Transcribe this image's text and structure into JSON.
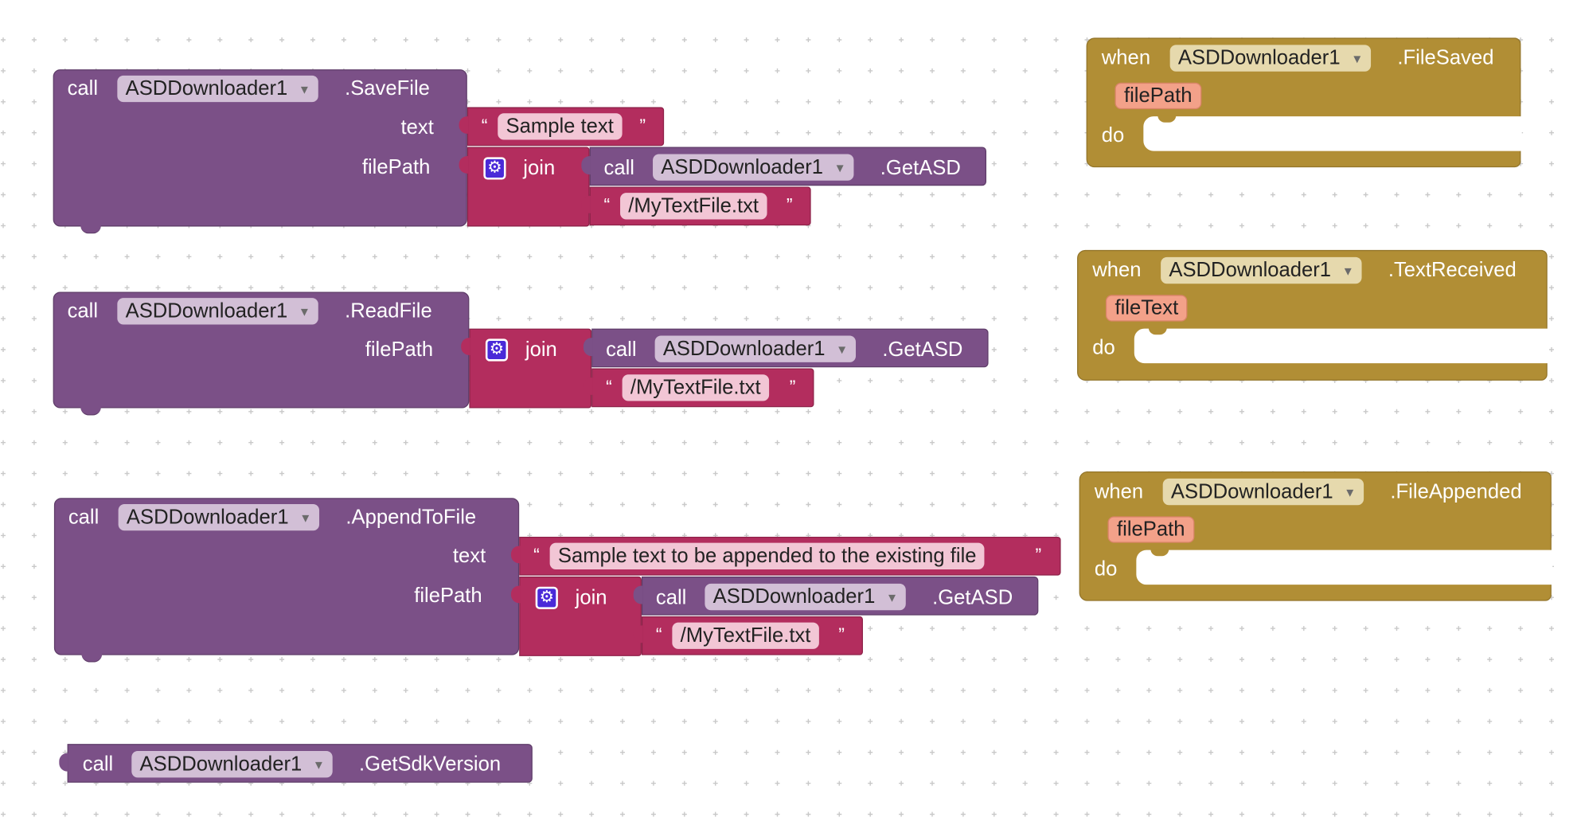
{
  "colors": {
    "procedure": "#7b5087",
    "text_value": "#b32d5e",
    "event": "#b18e35",
    "string_field": "#f2c6d5",
    "param": "#f3a189",
    "mutator": "#4a2ad8"
  },
  "blocks": {
    "savefile": {
      "call": "call",
      "component": "ASDDownloader1",
      "method": ".SaveFile",
      "text_socket": "text",
      "filepath_socket": "filePath",
      "text_value": "Sample text",
      "join": "join",
      "inner_call": "call",
      "inner_component": "ASDDownloader1",
      "inner_method": ".GetASD",
      "path_value": "/MyTextFile.txt"
    },
    "readfile": {
      "call": "call",
      "component": "ASDDownloader1",
      "method": ".ReadFile",
      "filepath_socket": "filePath",
      "join": "join",
      "inner_call": "call",
      "inner_component": "ASDDownloader1",
      "inner_method": ".GetASD",
      "path_value": "/MyTextFile.txt"
    },
    "appendtofile": {
      "call": "call",
      "component": "ASDDownloader1",
      "method": ".AppendToFile",
      "text_socket": "text",
      "filepath_socket": "filePath",
      "text_value": "Sample text to be appended to the existing file",
      "join": "join",
      "inner_call": "call",
      "inner_component": "ASDDownloader1",
      "inner_method": ".GetASD",
      "path_value": "/MyTextFile.txt"
    },
    "getsdkversion": {
      "call": "call",
      "component": "ASDDownloader1",
      "method": ".GetSdkVersion"
    },
    "filesaved": {
      "when": "when",
      "component": "ASDDownloader1",
      "event": ".FileSaved",
      "param": "filePath",
      "do": "do"
    },
    "textreceived": {
      "when": "when",
      "component": "ASDDownloader1",
      "event": ".TextReceived",
      "param": "fileText",
      "do": "do"
    },
    "fileappended": {
      "when": "when",
      "component": "ASDDownloader1",
      "event": ".FileAppended",
      "param": "filePath",
      "do": "do"
    }
  },
  "quote_open": "“",
  "quote_close": "”",
  "gear_glyph": "⚙"
}
